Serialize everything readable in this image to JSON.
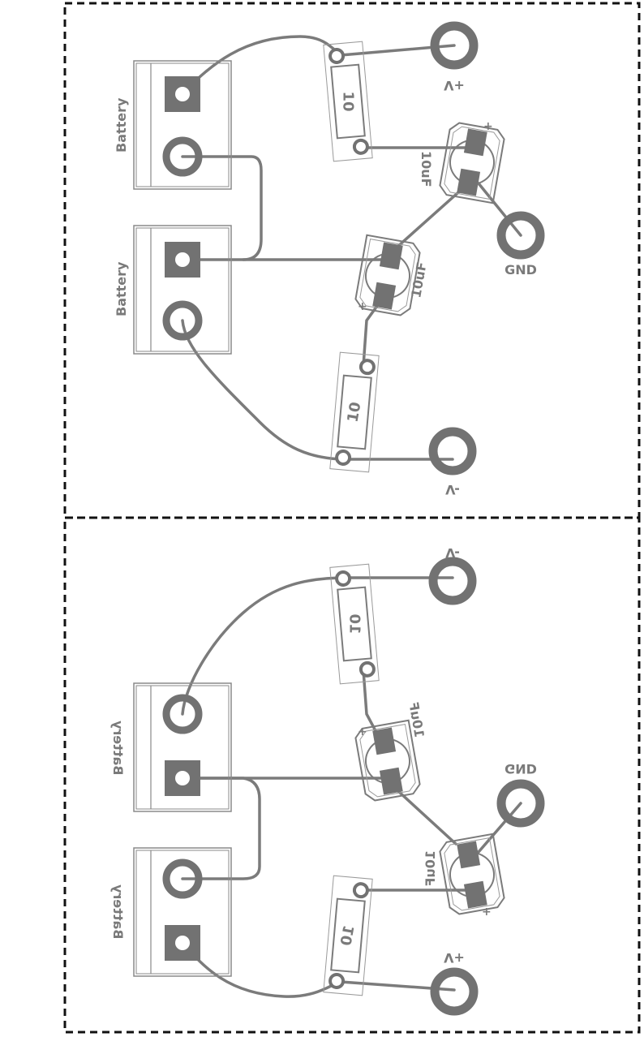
{
  "colors": {
    "trace": "#7b7b7b",
    "pad": "#727272",
    "outline": "#8a8a8a",
    "frame": "#111111",
    "background": "#ffffff"
  },
  "top": {
    "battery_1_label": "Battery",
    "battery_2_label": "Battery",
    "resistor_1_value": "10",
    "resistor_2_value": "10",
    "cap_1_value": "10uF",
    "cap_2_value": "10uF",
    "cap_1_plus": "+",
    "cap_2_plus": "+",
    "vplus_label": "+V",
    "gnd_label": "GND",
    "vminus_label": "-V"
  },
  "bottom": {
    "battery_1_label": "Battery",
    "battery_2_label": "Battery",
    "resistor_1_value": "10",
    "resistor_2_value": "10",
    "cap_1_value": "10uF",
    "cap_2_value": "10uF",
    "cap_1_plus": "+",
    "cap_2_plus": "+",
    "vminus_label": "-V",
    "gnd_label": "GND",
    "vplus_label": "+V"
  }
}
